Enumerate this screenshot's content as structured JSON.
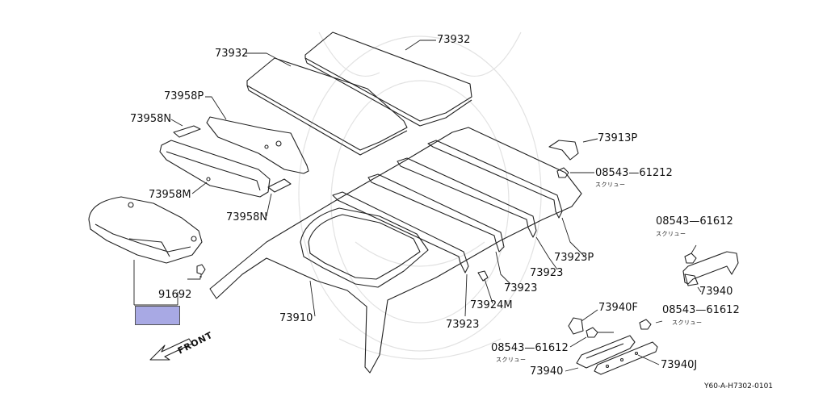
{
  "diagram": {
    "part_numbers": {
      "p73932_rear": "73932",
      "p73932_front": "73932",
      "p73958P": "73958P",
      "p73958N_upper": "73958N",
      "p73958M": "73958M",
      "p73958N_lower": "73958N",
      "p91692": "91692",
      "p73910": "73910",
      "p73913P": "73913P",
      "p08543_61212": "08543—61212",
      "p73923P": "73923P",
      "p73923_a": "73923",
      "p73923_b": "73923",
      "p73924M": "73924M",
      "p73923_c": "73923",
      "p08543_61612_top": "08543—61612",
      "p73940_right": "73940",
      "p73940F": "73940F",
      "p08543_61612_mid": "08543—61612",
      "p08543_61612_left": "08543—61612",
      "p73940_bottom": "73940",
      "p73940J": "73940J"
    },
    "screw_label": "スクリュー",
    "front_label": "FRONT",
    "diagram_code": "Y60-A-H7302-0101",
    "highlight_color": "#a8a9e4"
  }
}
